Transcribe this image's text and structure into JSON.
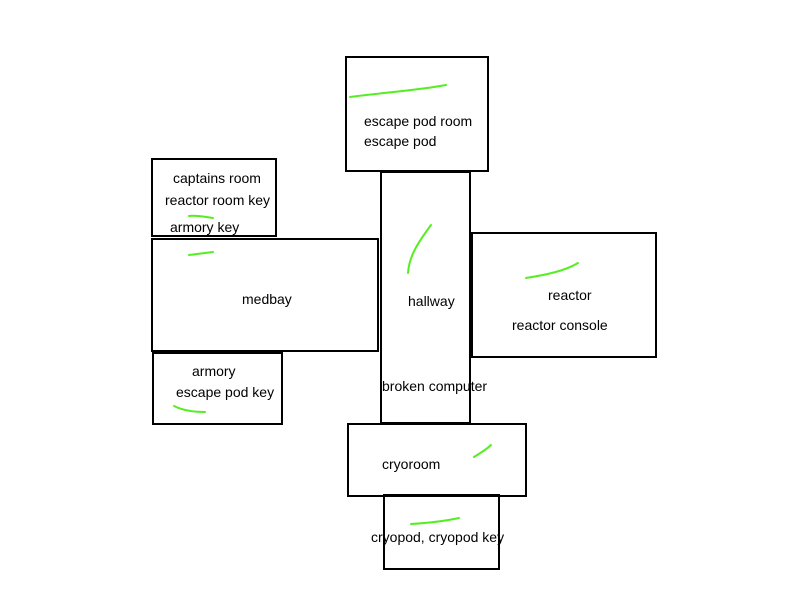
{
  "colors": {
    "outline": "#000000",
    "marker": "#55ee22",
    "background": "#ffffff"
  },
  "rooms": {
    "escape_pod_room": {
      "name": "escape pod room",
      "items": [
        "escape pod"
      ]
    },
    "captains_room": {
      "name": "captains room",
      "items": [
        "reactor room key",
        "armory key"
      ]
    },
    "medbay": {
      "name": "medbay",
      "items": []
    },
    "hallway": {
      "name": "hallway",
      "items": [
        "broken computer"
      ]
    },
    "reactor": {
      "name": "reactor",
      "items": [
        "reactor console"
      ]
    },
    "armory": {
      "name": "armory",
      "items": [
        "escape pod key"
      ]
    },
    "cryoroom": {
      "name": "cryoroom",
      "items": []
    },
    "cryopod_room": {
      "name": "",
      "items": [
        "cryopod, cryopod key"
      ]
    }
  }
}
